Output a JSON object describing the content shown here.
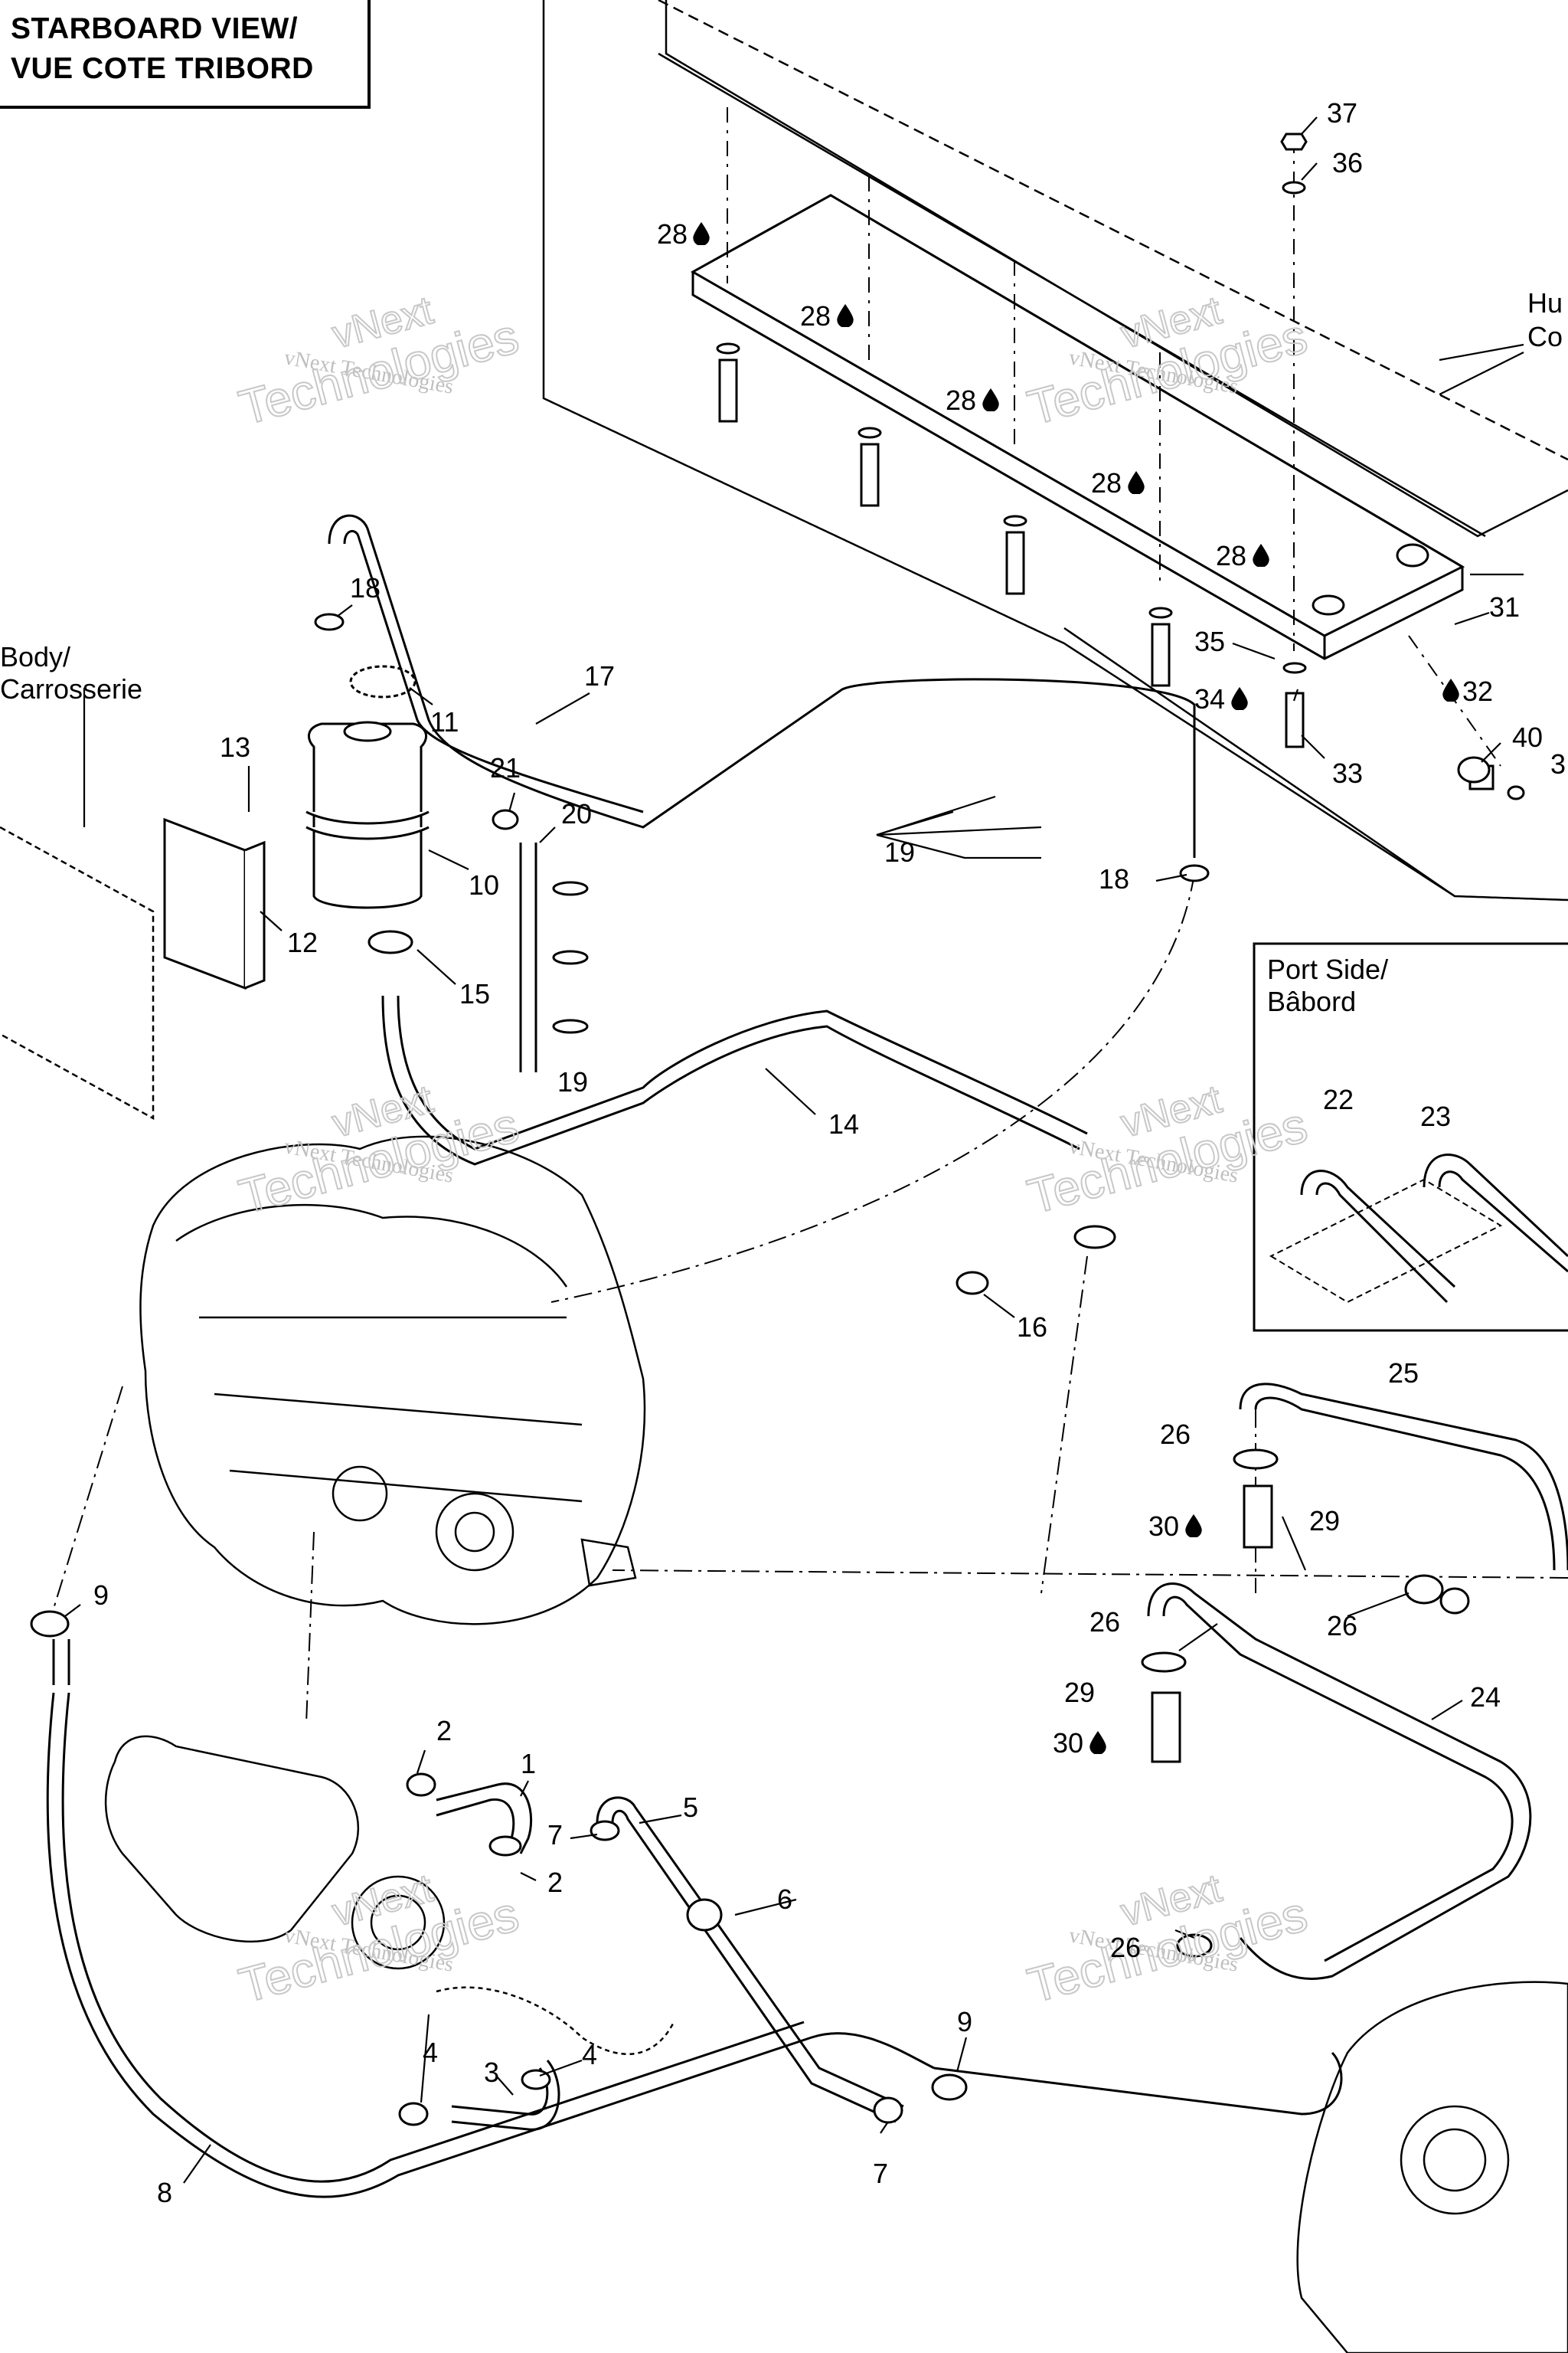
{
  "title": {
    "line1": "STARBOARD VIEW/",
    "line2": "VUE COTE TRIBORD"
  },
  "labels": {
    "body_en": "Body/",
    "body_fr": "Carrosserie",
    "port_en": "Port Side/",
    "port_fr": "Bâbord",
    "hull_en": "Hu",
    "hull_fr": "Co"
  },
  "watermark": {
    "small": "vNext Technologies",
    "large_top": "vNext",
    "large_bottom": "Technologies"
  },
  "callouts": {
    "c37": "37",
    "c36": "36",
    "c28a": "28",
    "c28b": "28",
    "c28c": "28",
    "c28d": "28",
    "c28e": "28",
    "c31": "31",
    "c32": "32",
    "c35": "35",
    "c34": "34",
    "c33": "33",
    "c40": "40",
    "c3edge": "3",
    "c18a": "18",
    "c11": "11",
    "c17": "17",
    "c13": "13",
    "c21": "21",
    "c20": "20",
    "c10": "10",
    "c12": "12",
    "c15": "15",
    "c19a": "19",
    "c19b": "19",
    "c18b": "18",
    "c14": "14",
    "c16": "16",
    "c22": "22",
    "c23": "23",
    "c25": "25",
    "c26a": "26",
    "c29a": "29",
    "c30a": "30",
    "c26b": "26",
    "c26c": "26",
    "c29b": "29",
    "c30b": "30",
    "c24": "24",
    "c9a": "9",
    "c2a": "2",
    "c1": "1",
    "c7a": "7",
    "c5": "5",
    "c2b": "2",
    "c6": "6",
    "c26d": "26",
    "c4a": "4",
    "c3": "3",
    "c4b": "4",
    "c9b": "9",
    "c7b": "7",
    "c8": "8"
  },
  "icons": [
    "sealant-drop-icon"
  ],
  "colors": {
    "ink": "#000000",
    "watermark": "#bfbfbf"
  }
}
